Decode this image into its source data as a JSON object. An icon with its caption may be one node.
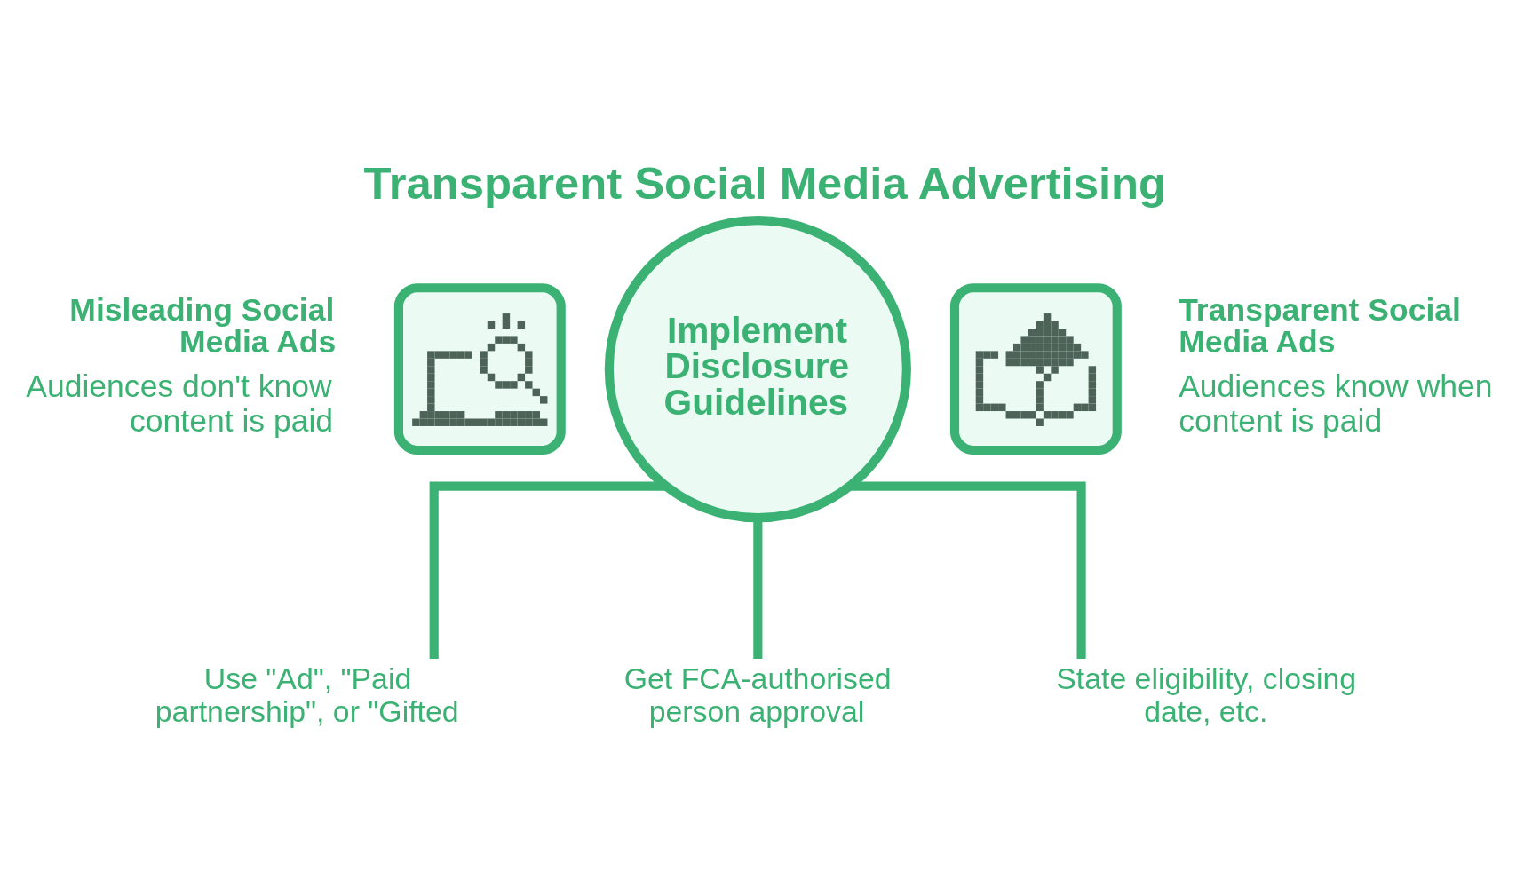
{
  "diagram": {
    "title": "Transparent Social Media Advertising",
    "nodes": [
      {
        "text": [],
        "shape": "picture",
        "beside": [
          "Misleading Social Media Ads",
          "Audiences don't know content is paid"
        ]
      },
      {
        "text": [
          "Implement Disclosure Guidelines"
        ]
      },
      {
        "text": [],
        "shape": "picture",
        "beside": [
          "Transparent Social Media Ads",
          "Audiences know when content is paid"
        ]
      },
      {
        "text": [
          "Use \"Ad\", \"Paid partnership\", or \"Gifted"
        ]
      },
      {
        "text": [
          "Get FCA-authorised person approval"
        ]
      },
      {
        "text": [
          "State eligibility, closing date, etc."
        ]
      }
    ],
    "edges": [
      {
        "from": 1,
        "to": 3,
        "arrow": "none"
      },
      {
        "from": 1,
        "to": 4,
        "arrow": "none"
      },
      {
        "from": 1,
        "to": 5,
        "arrow": "none"
      }
    ]
  }
}
